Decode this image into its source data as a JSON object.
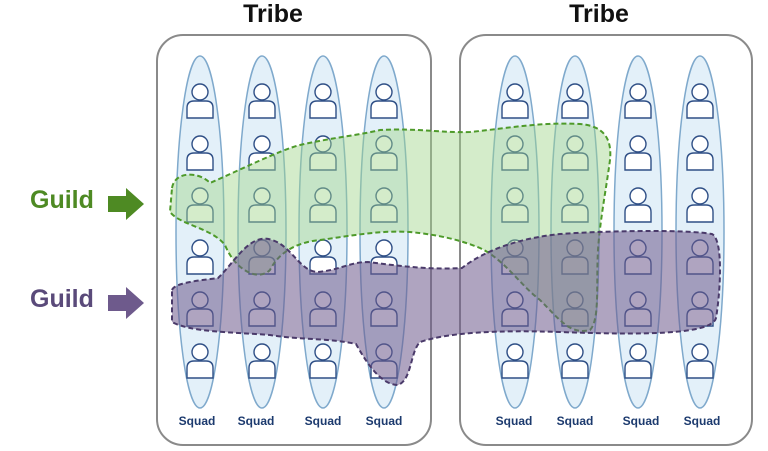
{
  "tribes": [
    {
      "title": "Tribe"
    },
    {
      "title": "Tribe"
    }
  ],
  "guilds": [
    {
      "label": "Guild",
      "color": "#4e8a23",
      "fill": "#9fd48a",
      "stroke": "#4e9a2a"
    },
    {
      "label": "Guild",
      "color": "#5a4a7a",
      "fill": "#6e5a8c",
      "stroke": "#4a3a6a"
    }
  ],
  "squads": [
    {
      "label": "Squad"
    },
    {
      "label": "Squad"
    },
    {
      "label": "Squad"
    },
    {
      "label": "Squad"
    },
    {
      "label": "Squad"
    },
    {
      "label": "Squad"
    },
    {
      "label": "Squad"
    },
    {
      "label": "Squad"
    }
  ],
  "colors": {
    "tribe_border": "#8a8a8a",
    "squad_fill": "#dcecf7",
    "squad_stroke": "#7fa9cc",
    "person_stroke": "#2f4f86"
  },
  "icons": {
    "person": "person-icon",
    "arrow": "right-arrow-icon"
  }
}
